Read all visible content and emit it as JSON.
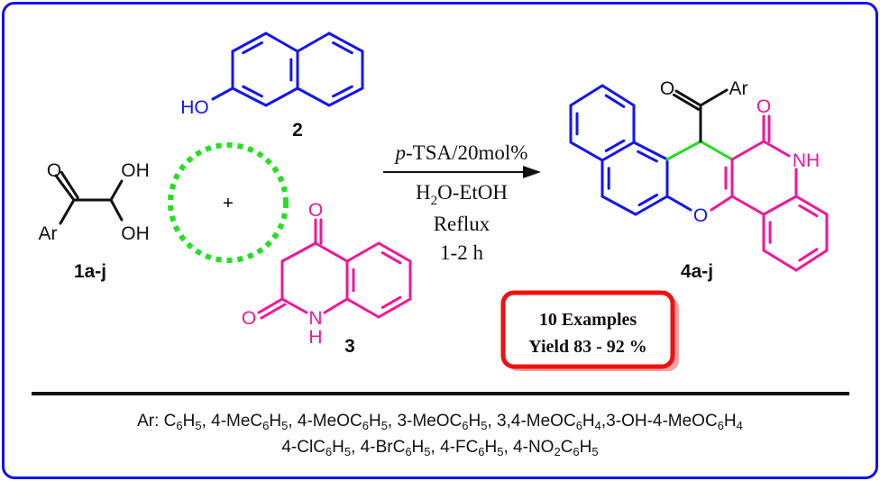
{
  "colors": {
    "frame": "#1010f0",
    "naphthol": "#1414f5",
    "quinolinone": "#f0169a",
    "circle": "#22e022",
    "new_bond": "#22dd22",
    "box": "#ee1111",
    "box_shadow": "#f7a0a0"
  },
  "reactant_1": {
    "label": "1a-j",
    "o": "O",
    "oh1": "OH",
    "oh2": "OH",
    "ar": "Ar"
  },
  "reactant_2": {
    "label": "2",
    "ho": "HO"
  },
  "reactant_3": {
    "label": "3",
    "o4": "O",
    "o2": "O",
    "n": "N",
    "h": "H"
  },
  "plus": "+",
  "conditions": {
    "catalyst_italic": "p",
    "catalyst_rest": "-TSA/20mol%",
    "solvent_parts": [
      "H",
      "2",
      "O-EtOH"
    ],
    "temp": "Reflux",
    "time": "1-2 h"
  },
  "product": {
    "label": "4a-j",
    "o_acyl": "O",
    "ar": "Ar",
    "o_lactam": "O",
    "nh": "NH",
    "o_ring": "O"
  },
  "summary_box": {
    "line1": "10 Examples",
    "line2": "Yield 83 - 92 %"
  },
  "ar_substituents": {
    "line1": [
      "Ar: C",
      "6",
      "H",
      "5",
      ", 4-MeC",
      "6",
      "H",
      "5",
      ", 4-MeOC",
      "6",
      "H",
      "5",
      ", 3-MeOC",
      "6",
      "H",
      "5",
      ", 3,4-MeOC",
      "6",
      "H",
      "4",
      ",3-OH-4-MeOC",
      "6",
      "H",
      "4"
    ],
    "line2": [
      "4-ClC",
      "6",
      "H",
      "5",
      ", 4-BrC",
      "6",
      "H",
      "5",
      ", 4-FC",
      "6",
      "H",
      "5",
      ", 4-NO",
      "2",
      "C",
      "6",
      "H",
      "5"
    ]
  }
}
